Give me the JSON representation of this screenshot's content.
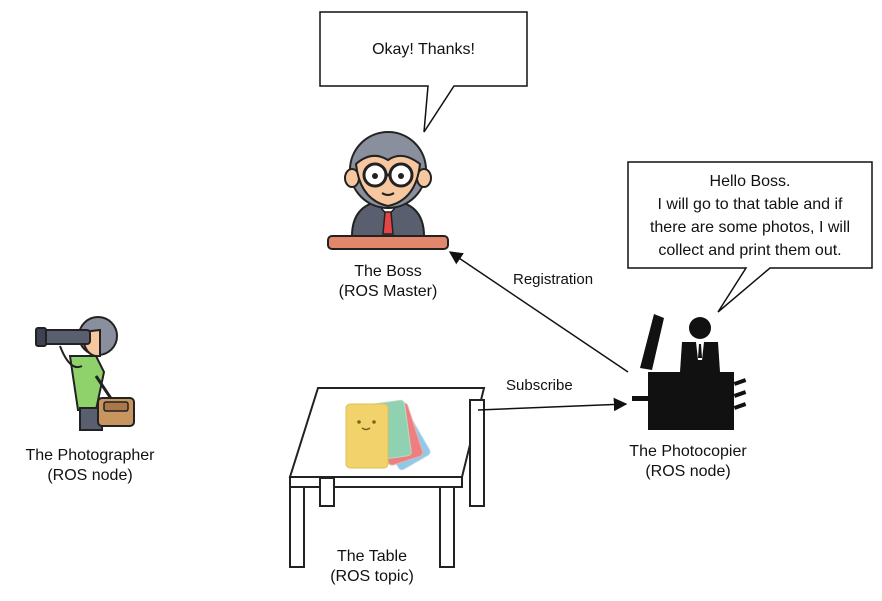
{
  "boss": {
    "speech": "Okay! Thanks!",
    "label_line1": "The Boss",
    "label_line2": "(ROS Master)"
  },
  "photocopier": {
    "speech": [
      "Hello Boss.",
      "I will go to that table and if",
      "there are some photos, I will",
      "collect and print them out."
    ],
    "label_line1": "The Photocopier",
    "label_line2": "(ROS node)"
  },
  "photographer": {
    "label_line1": "The Photographer",
    "label_line2": "(ROS node)"
  },
  "table": {
    "label_line1": "The Table",
    "label_line2": "(ROS topic)"
  },
  "edges": {
    "registration": "Registration",
    "subscribe": "Subscribe"
  },
  "colors": {
    "boss_skin": "#f7c7a0",
    "boss_hair": "#8a8f9e",
    "boss_suit": "#5a5f70",
    "boss_tie": "#e64545",
    "desk": "#e2876b",
    "photographer_shirt": "#8fd16a",
    "photographer_bag": "#c8955e",
    "photo_yellow": "#f2d36b",
    "photo_blue": "#8ec9e8",
    "photo_red": "#ef7f7f",
    "photo_green": "#8fd1b0"
  }
}
